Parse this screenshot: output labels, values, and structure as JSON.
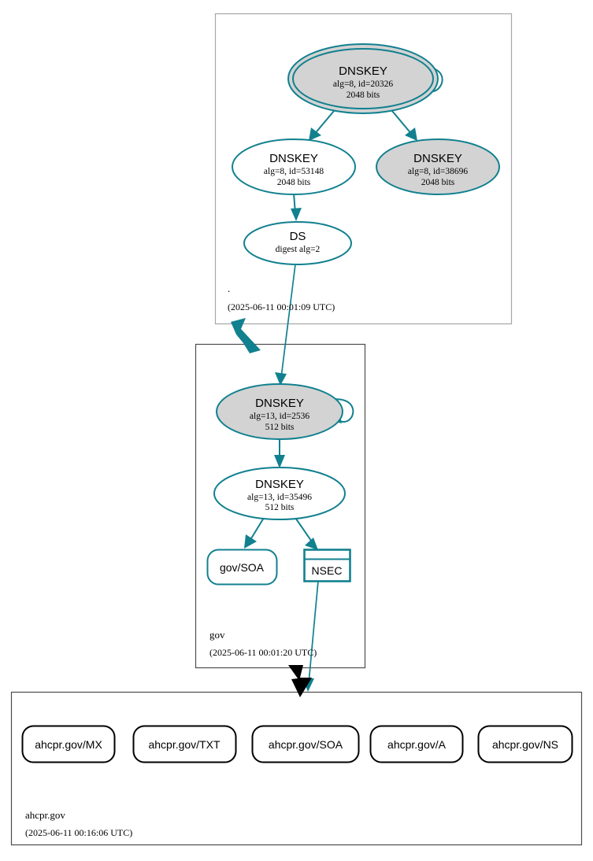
{
  "diagram": {
    "type": "dnssec-authentication-chain",
    "colors": {
      "node_stroke_teal": "#11808f",
      "secure_key_fill": "#d3d3d3",
      "plain_fill": "#ffffff",
      "zone_border": "#4d4d4d",
      "zone_border_light": "#a6a6a6",
      "text": "#000000"
    }
  },
  "zones": [
    {
      "id": "root",
      "name": ".",
      "timestamp": "(2025-06-11 00:01:09 UTC)",
      "nodes": [
        {
          "id": "ksk-20326",
          "kind": "dnskey-ksk",
          "title": "DNSKEY",
          "line2": "alg=8, id=20326",
          "line3": "2048 bits",
          "fill": "gray",
          "double_outline": true,
          "self_sign": true
        },
        {
          "id": "zsk-53148",
          "kind": "dnskey-zsk",
          "title": "DNSKEY",
          "line2": "alg=8, id=53148",
          "line3": "2048 bits",
          "fill": "white",
          "double_outline": false,
          "self_sign": false
        },
        {
          "id": "zsk-38696",
          "kind": "dnskey-zsk",
          "title": "DNSKEY",
          "line2": "alg=8, id=38696",
          "line3": "2048 bits",
          "fill": "gray",
          "double_outline": false,
          "self_sign": false
        },
        {
          "id": "ds-gov",
          "kind": "ds",
          "title": "DS",
          "line2": "digest alg=2",
          "line3": "",
          "fill": "white",
          "double_outline": false,
          "self_sign": false
        }
      ]
    },
    {
      "id": "gov",
      "name": "gov",
      "timestamp": "(2025-06-11 00:01:20 UTC)",
      "nodes": [
        {
          "id": "ksk-2536",
          "kind": "dnskey-ksk",
          "title": "DNSKEY",
          "line2": "alg=13, id=2536",
          "line3": "512 bits",
          "fill": "gray",
          "double_outline": false,
          "self_sign": true
        },
        {
          "id": "zsk-35496",
          "kind": "dnskey-zsk",
          "title": "DNSKEY",
          "line2": "alg=13, id=35496",
          "line3": "512 bits",
          "fill": "white",
          "double_outline": false,
          "self_sign": false
        },
        {
          "id": "gov-soa",
          "kind": "rrset",
          "title": "gov/SOA",
          "line2": "",
          "line3": "",
          "fill": "white",
          "double_outline": false,
          "self_sign": false
        },
        {
          "id": "nsec",
          "kind": "nsec",
          "title": "NSEC",
          "line2": "",
          "line3": "",
          "fill": "white",
          "double_outline": false,
          "self_sign": false
        }
      ]
    },
    {
      "id": "ahcpr-gov",
      "name": "ahcpr.gov",
      "timestamp": "(2025-06-11 00:16:06 UTC)",
      "nodes": [
        {
          "id": "mx",
          "kind": "rrset",
          "title": "ahcpr.gov/MX",
          "line2": "",
          "line3": "",
          "fill": "white",
          "double_outline": false,
          "self_sign": false
        },
        {
          "id": "txt",
          "kind": "rrset",
          "title": "ahcpr.gov/TXT",
          "line2": "",
          "line3": "",
          "fill": "white",
          "double_outline": false,
          "self_sign": false
        },
        {
          "id": "soa",
          "kind": "rrset",
          "title": "ahcpr.gov/SOA",
          "line2": "",
          "line3": "",
          "fill": "white",
          "double_outline": false,
          "self_sign": false
        },
        {
          "id": "a",
          "kind": "rrset",
          "title": "ahcpr.gov/A",
          "line2": "",
          "line3": "",
          "fill": "white",
          "double_outline": false,
          "self_sign": false
        },
        {
          "id": "ns",
          "kind": "rrset",
          "title": "ahcpr.gov/NS",
          "line2": "",
          "line3": "",
          "fill": "white",
          "double_outline": false,
          "self_sign": false
        }
      ]
    }
  ],
  "edges": [
    {
      "from": "ksk-20326",
      "to": "ksk-20326",
      "style": "teal-self-loop"
    },
    {
      "from": "ksk-20326",
      "to": "zsk-53148",
      "style": "teal"
    },
    {
      "from": "ksk-20326",
      "to": "zsk-38696",
      "style": "teal"
    },
    {
      "from": "zsk-53148",
      "to": "ds-gov",
      "style": "teal"
    },
    {
      "from": "ds-gov",
      "to": "ksk-2536",
      "style": "teal"
    },
    {
      "from": "root",
      "to": "gov",
      "style": "teal-thick-delegation"
    },
    {
      "from": "ksk-2536",
      "to": "ksk-2536",
      "style": "teal-self-loop"
    },
    {
      "from": "ksk-2536",
      "to": "zsk-35496",
      "style": "teal"
    },
    {
      "from": "zsk-35496",
      "to": "gov-soa",
      "style": "teal"
    },
    {
      "from": "zsk-35496",
      "to": "nsec",
      "style": "teal"
    },
    {
      "from": "nsec",
      "to": "ahcpr-gov",
      "style": "teal"
    },
    {
      "from": "gov",
      "to": "ahcpr-gov",
      "style": "black-thick-delegation"
    }
  ]
}
